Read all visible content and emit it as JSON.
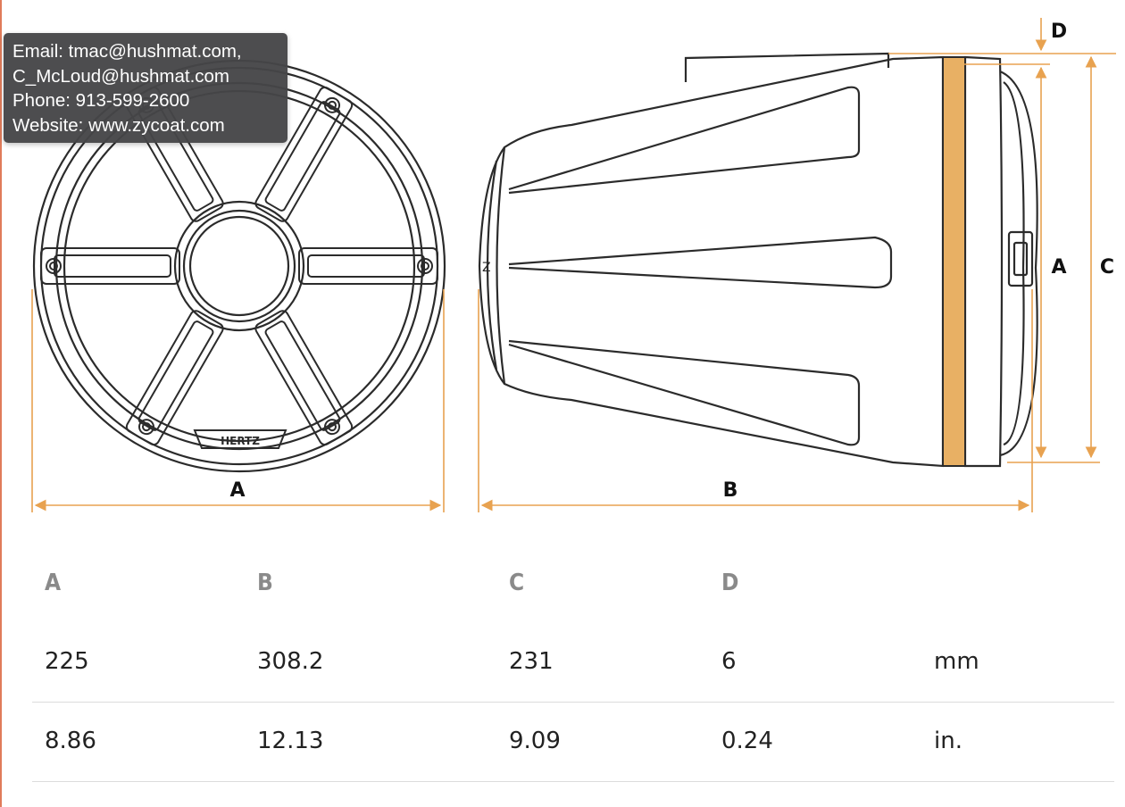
{
  "contact": {
    "lines": [
      "Email: tmac@hushmat.com,",
      "C_McLoud@hushmat.com",
      "Phone: 913-599-2600",
      "Website: www.zycoat.com"
    ]
  },
  "diagram": {
    "brand": "HERTZ",
    "labels": {
      "front_width": "A",
      "side_depth": "B",
      "side_height": "A",
      "overall_height": "C",
      "offset": "D"
    },
    "colors": {
      "dimension": "#e8a250",
      "accent_band": "#e8b064",
      "outline": "#2b2b2b",
      "rule": "#e07b5a"
    }
  },
  "table": {
    "headers": [
      "A",
      "B",
      "C",
      "D",
      ""
    ],
    "rows": [
      [
        "225",
        "308.2",
        "231",
        "6",
        "mm"
      ],
      [
        "8.86",
        "12.13",
        "9.09",
        "0.24",
        "in."
      ]
    ]
  }
}
